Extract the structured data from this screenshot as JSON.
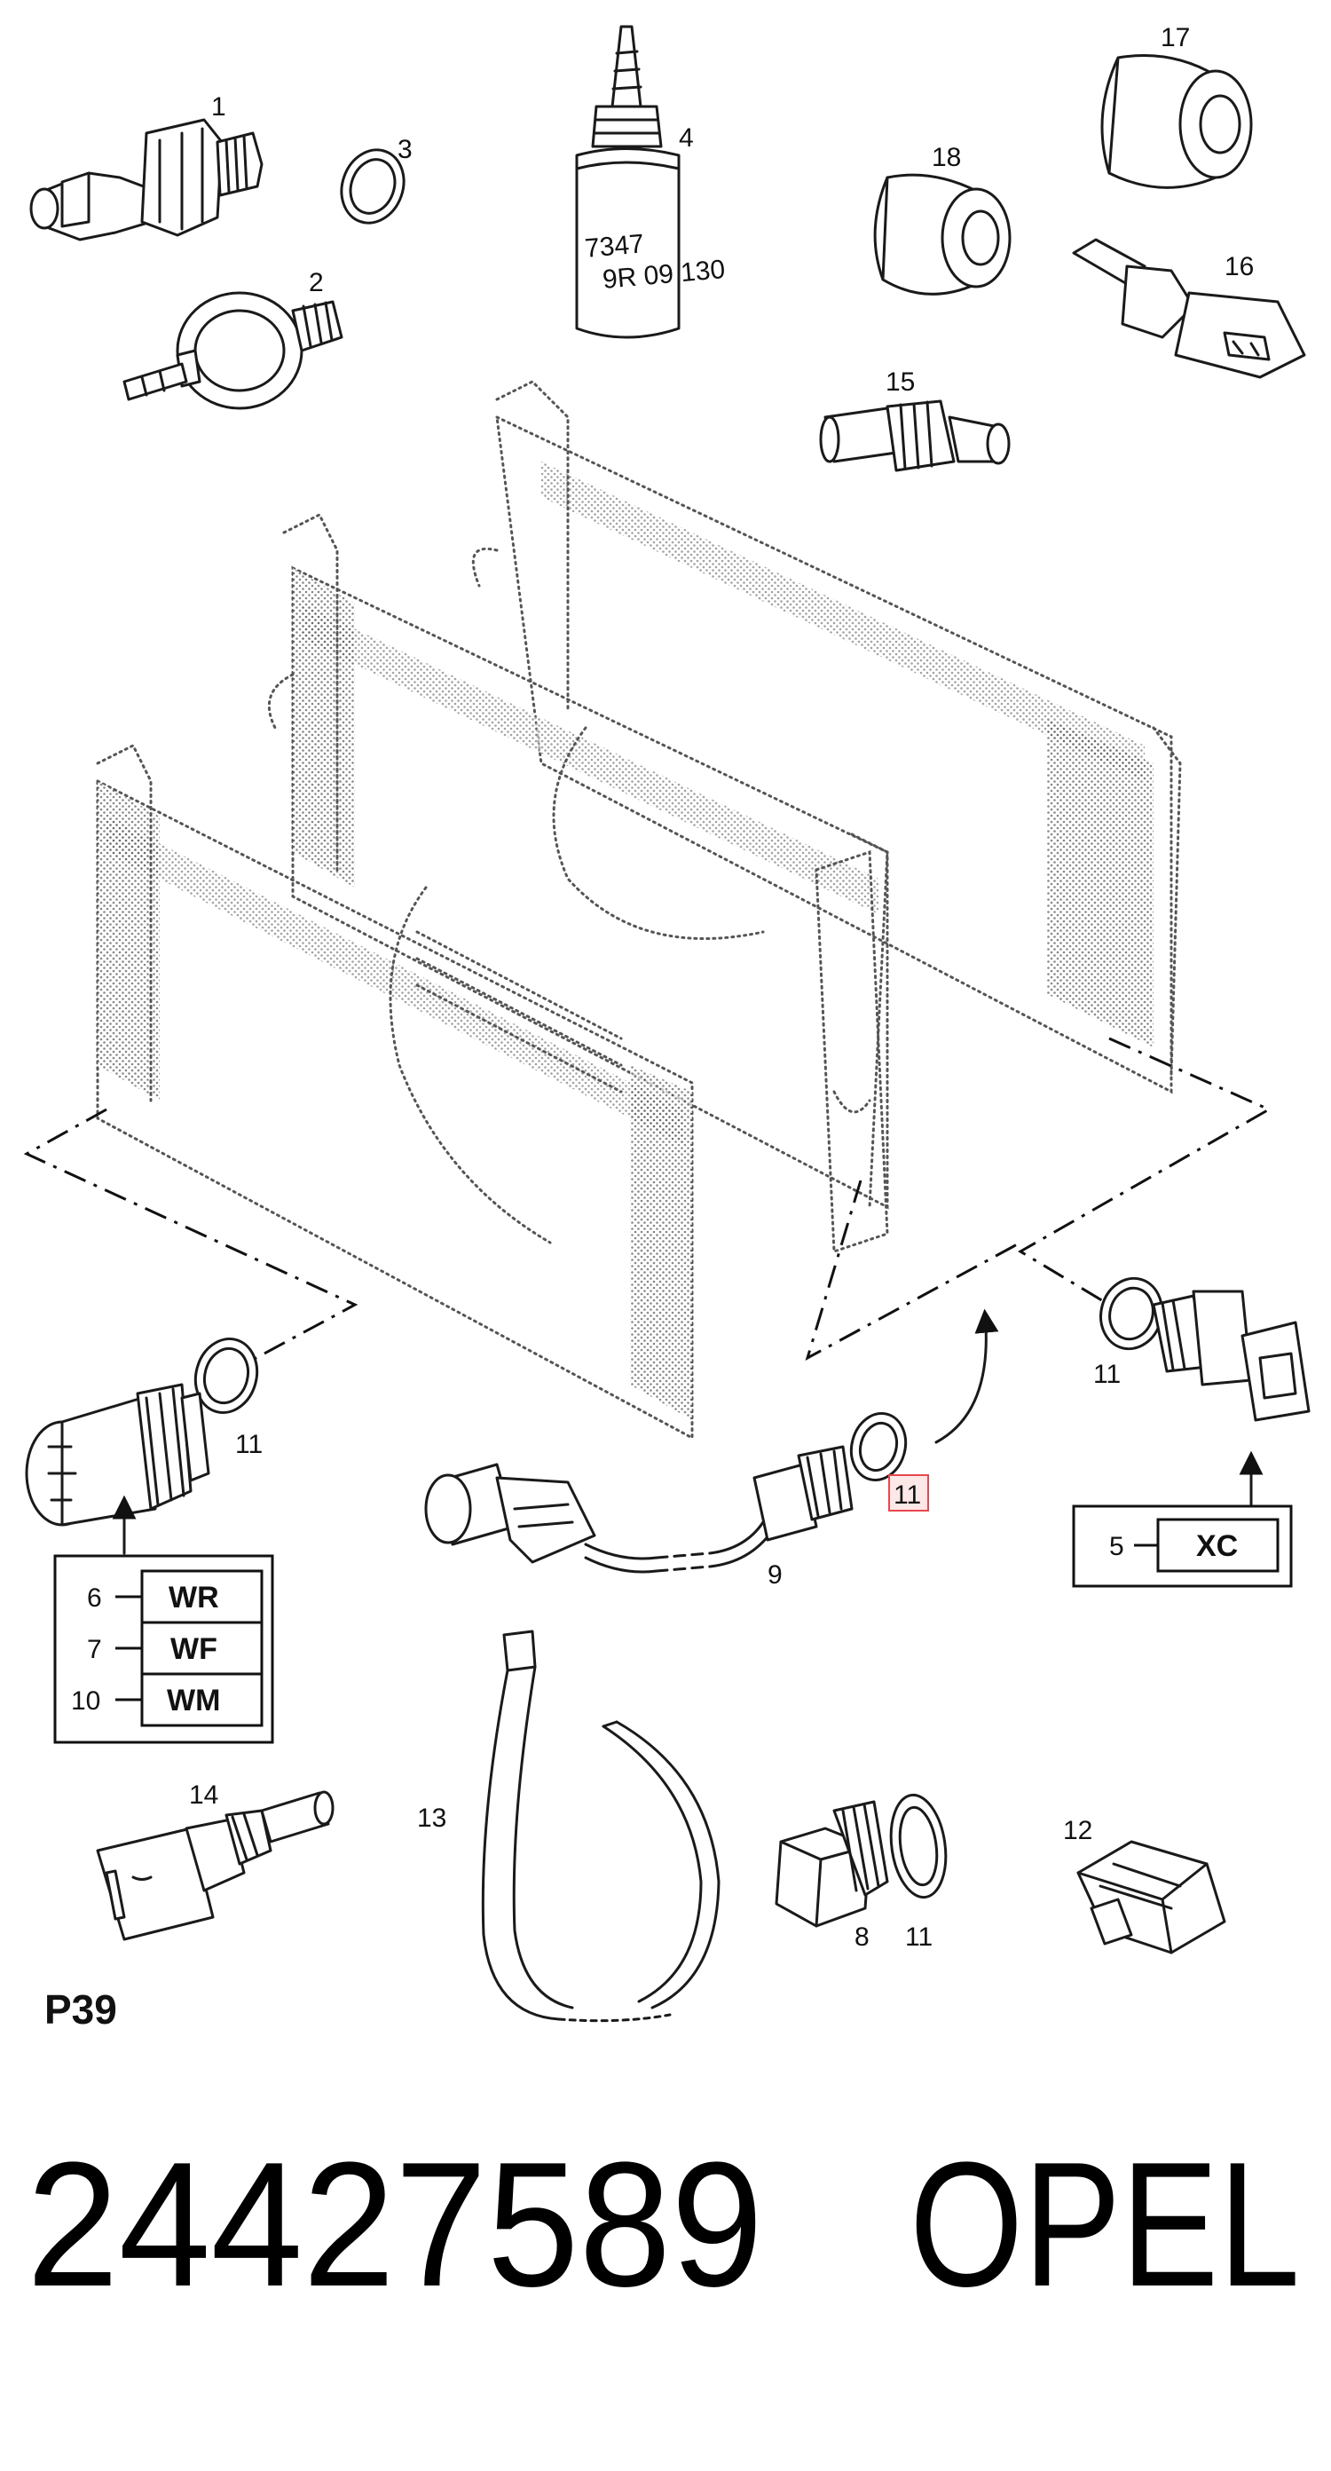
{
  "diagram": {
    "callouts": [
      {
        "id": "c1",
        "text": "1"
      },
      {
        "id": "c2",
        "text": "2"
      },
      {
        "id": "c3",
        "text": "3"
      },
      {
        "id": "c4",
        "text": "4"
      },
      {
        "id": "c8",
        "text": "8"
      },
      {
        "id": "c9",
        "text": "9"
      },
      {
        "id": "c11a",
        "text": "11"
      },
      {
        "id": "c11b",
        "text": "11"
      },
      {
        "id": "c11c",
        "text": "11"
      },
      {
        "id": "c11d",
        "text": "11"
      },
      {
        "id": "c12",
        "text": "12"
      },
      {
        "id": "c13",
        "text": "13"
      },
      {
        "id": "c14",
        "text": "14"
      },
      {
        "id": "c15",
        "text": "15"
      },
      {
        "id": "c16",
        "text": "16"
      },
      {
        "id": "c17",
        "text": "17"
      },
      {
        "id": "c18",
        "text": "18"
      }
    ],
    "bottle_text": [
      "7347",
      "9R 09 130"
    ],
    "variant_box_left": [
      {
        "num": "6",
        "code": "WR"
      },
      {
        "num": "7",
        "code": "WF"
      },
      {
        "num": "10",
        "code": "WM"
      }
    ],
    "variant_box_right": [
      {
        "num": "5",
        "code": "XC"
      }
    ],
    "page_code": "P39",
    "highlight_color": "#e8474f"
  },
  "footer": {
    "part_number": "24427589",
    "brand": "OPEL"
  }
}
